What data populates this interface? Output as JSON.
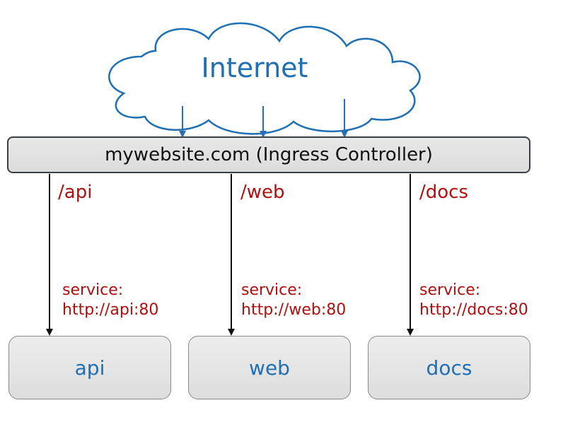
{
  "cloud": {
    "label": "Internet"
  },
  "ingress": {
    "label": "mywebsite.com (Ingress Controller)"
  },
  "routes": [
    {
      "path": "/api",
      "service_heading": "service:",
      "service_url": "http://api:80",
      "backend": "api"
    },
    {
      "path": "/web",
      "service_heading": "service:",
      "service_url": "http://web:80",
      "backend": "web"
    },
    {
      "path": "/docs",
      "service_heading": "service:",
      "service_url": "http://docs:80",
      "backend": "docs"
    }
  ],
  "colors": {
    "cloud_text": "#1f6fb5",
    "route_text": "#b01010",
    "backend_text": "#1f6fb5",
    "internet_arrow": "#2a6fb5",
    "route_arrow": "#111111"
  }
}
